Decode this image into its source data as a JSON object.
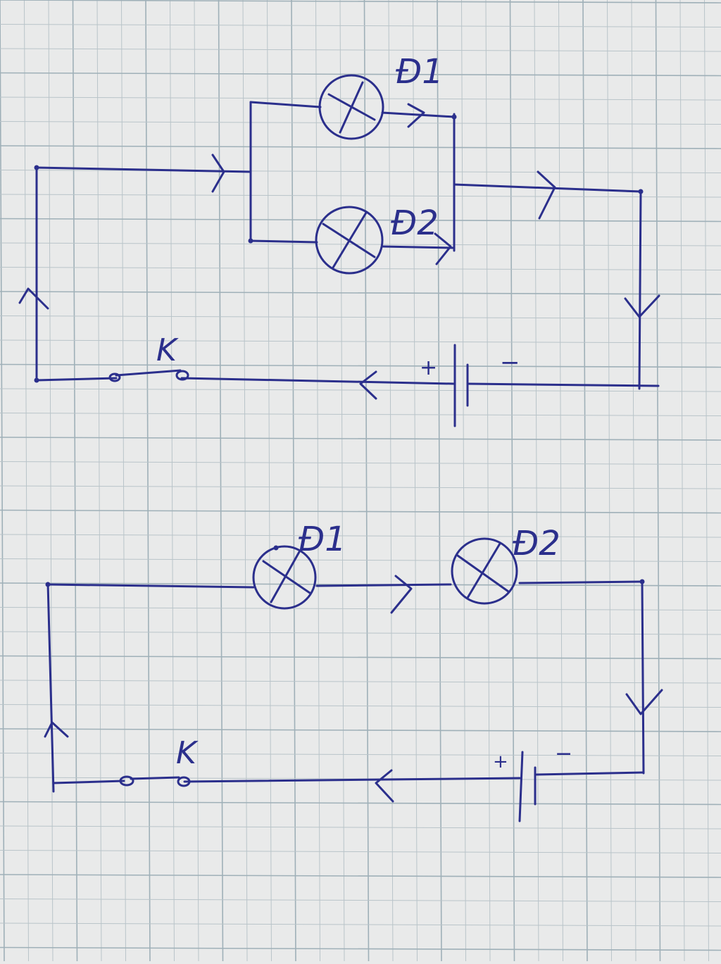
{
  "colors": {
    "paper": "#e9eaea",
    "grid_minor": "#b9c4c9",
    "grid_major": "#9fb0b8",
    "ink": "#2b2f8c"
  },
  "circuits": [
    {
      "connection": "parallel",
      "lamp1_label": "Đ1",
      "lamp2_label": "Đ2",
      "switch_label": "K",
      "battery_plus": "+",
      "battery_minus": "−"
    },
    {
      "connection": "series",
      "lamp1_label": "Đ1",
      "lamp2_label": "Đ2",
      "switch_label": "K",
      "battery_plus": "+",
      "battery_minus": "−"
    }
  ]
}
